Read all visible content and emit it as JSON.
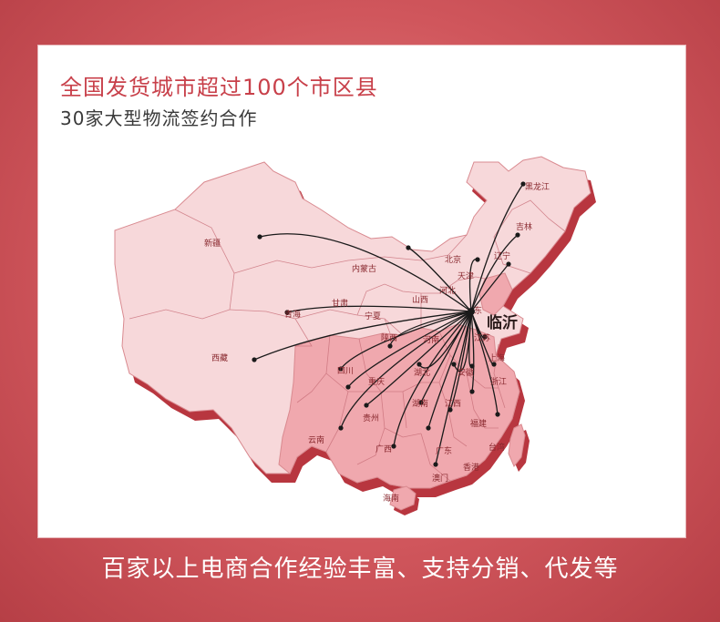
{
  "headline": "全国发货城市超过100个市区县",
  "subline": "30家大型物流签约合作",
  "footer": "百家以上电商合作经验丰富、支持分销、代发等",
  "hub": {
    "label": "临沂"
  },
  "regions": [
    {
      "name": "新疆"
    },
    {
      "name": "西藏"
    },
    {
      "name": "青海"
    },
    {
      "name": "甘肃"
    },
    {
      "name": "内蒙古"
    },
    {
      "name": "宁夏"
    },
    {
      "name": "陕西"
    },
    {
      "name": "山西"
    },
    {
      "name": "河北"
    },
    {
      "name": "北京"
    },
    {
      "name": "天津"
    },
    {
      "name": "辽宁"
    },
    {
      "name": "吉林"
    },
    {
      "name": "黑龙江"
    },
    {
      "name": "东"
    },
    {
      "name": "河南"
    },
    {
      "name": "江苏"
    },
    {
      "name": "上海"
    },
    {
      "name": "安徽"
    },
    {
      "name": "湖北"
    },
    {
      "name": "浙江"
    },
    {
      "name": "四川"
    },
    {
      "name": "重庆"
    },
    {
      "name": "贵州"
    },
    {
      "name": "湖南"
    },
    {
      "name": "江西"
    },
    {
      "name": "福建"
    },
    {
      "name": "云南"
    },
    {
      "name": "广西"
    },
    {
      "name": "广东"
    },
    {
      "name": "香港"
    },
    {
      "name": "澳门"
    },
    {
      "name": "台湾"
    },
    {
      "name": "海南"
    }
  ],
  "colors": {
    "accent": "#c8404a",
    "map_light": "#f7d8da",
    "map_mid": "#f0a8ae",
    "map_shadow": "#c0404a",
    "route": "#1a1a1a"
  }
}
